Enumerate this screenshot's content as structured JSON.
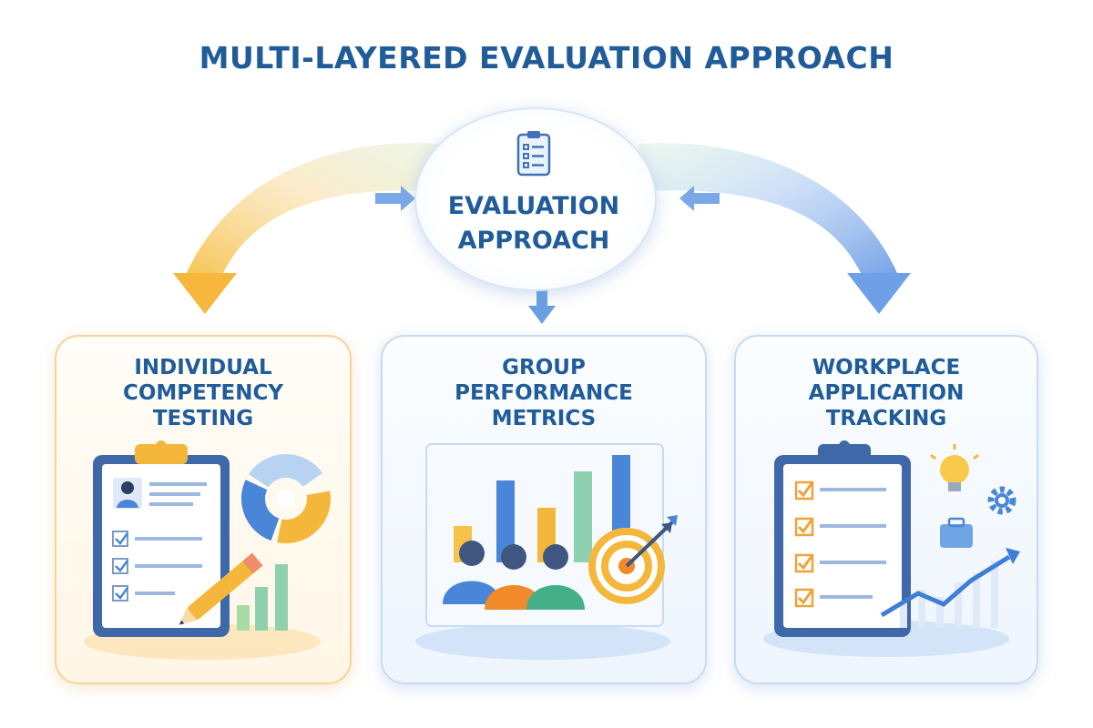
{
  "title": "MULTI-LAYERED EVALUATION APPROACH",
  "center": {
    "label_line1": "EVALUATION",
    "label_line2": "APPROACH",
    "icon": "clipboard-checklist-icon"
  },
  "cards": [
    {
      "title_lines": [
        "INDIVIDUAL",
        "COMPETENCY",
        "TESTING"
      ],
      "accent": "#f5b73b",
      "icons": [
        "clipboard-icon",
        "person-avatar-icon",
        "checkbox-icon",
        "pencil-icon",
        "donut-chart-icon",
        "bar-chart-icon"
      ]
    },
    {
      "title_lines": [
        "GROUP",
        "PERFORMANCE",
        "METRICS"
      ],
      "accent": "#4a86d8",
      "icons": [
        "bar-chart-icon",
        "team-people-icon",
        "target-arrow-icon"
      ]
    },
    {
      "title_lines": [
        "WORKPLACE",
        "APPLICATION",
        "TRACKING"
      ],
      "accent": "#4a86d8",
      "icons": [
        "clipboard-icon",
        "checkbox-icon",
        "lightbulb-icon",
        "gear-icon",
        "briefcase-icon",
        "trend-up-arrow-icon"
      ]
    }
  ],
  "colors": {
    "title": "#1f5c99",
    "arrow_left": "#f5b73b",
    "arrow_middle": "#6a9fe0",
    "arrow_right": "#6a9fe0",
    "checkmark": "#f0a23a"
  }
}
